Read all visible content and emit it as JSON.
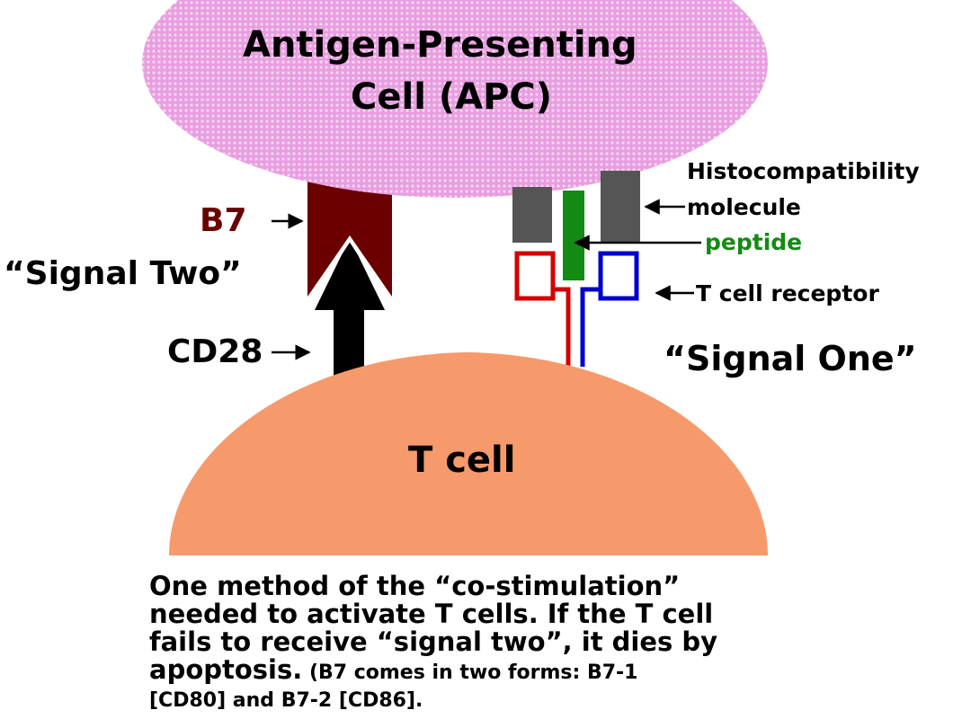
{
  "labels": {
    "apc_line1": "Antigen-Presenting",
    "apc_line2": "Cell (APC)",
    "b7": "B7",
    "signal_two": "“Signal Two”",
    "cd28": "CD28",
    "histo_line1": "Histocompatibility",
    "histo_line2": "molecule",
    "peptide": "peptide",
    "tcr": "T cell receptor",
    "signal_one": "“Signal One”",
    "t_cell": "T cell"
  },
  "caption": {
    "line1": "One method of the “co-stimulation”",
    "line2": "needed to activate T cells. If the T cell",
    "line3": "fails to receive “signal  two”, it dies by",
    "line4_main": "apoptosis.",
    "line4_small": " (B7 comes in two forms: B7-1",
    "line5": "[CD80] and B7-2 [CD86]."
  },
  "colors": {
    "apc_fill": "#e89ee0",
    "apc_dot": "#f7d6f3",
    "b7_fill": "#6b0000",
    "b7_label": "#6b0000",
    "cd28_fill": "#000000",
    "histo_fill": "#555555",
    "peptide_fill": "#138a13",
    "peptide_label": "#138a13",
    "tcr_alpha": "#d40000",
    "tcr_beta": "#0000cc",
    "t_cell_fill": "#f79a6b"
  }
}
